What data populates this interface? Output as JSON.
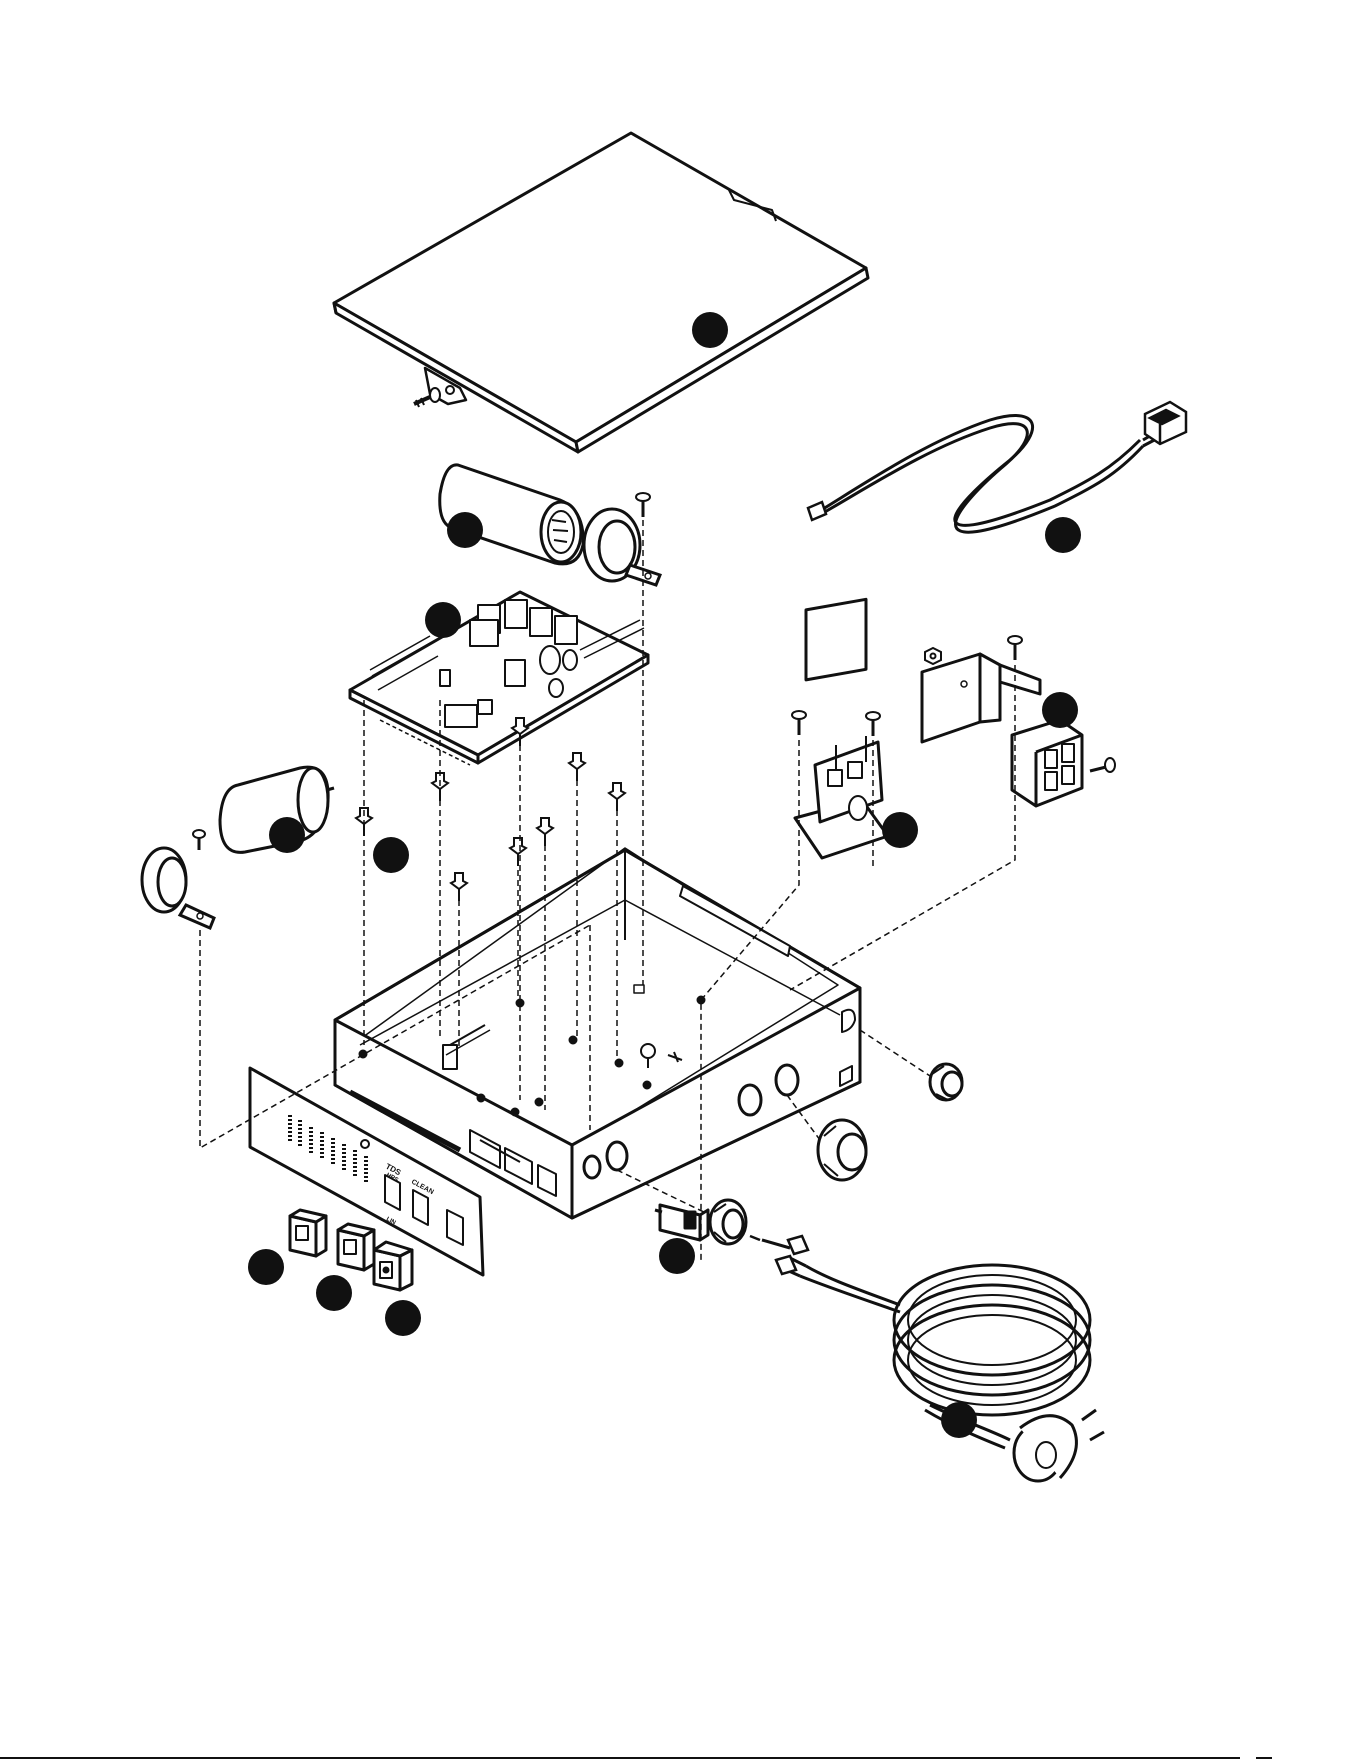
{
  "colors": {
    "ink": "#111111",
    "paper": "#ffffff",
    "fill_light": "#f2f2f2",
    "callout": "#111111"
  },
  "front_panel": {
    "label_top": "TDS",
    "label_top_sub": "HRS",
    "label_mid": "CLEAN",
    "label_bottom": "LIN"
  }
}
